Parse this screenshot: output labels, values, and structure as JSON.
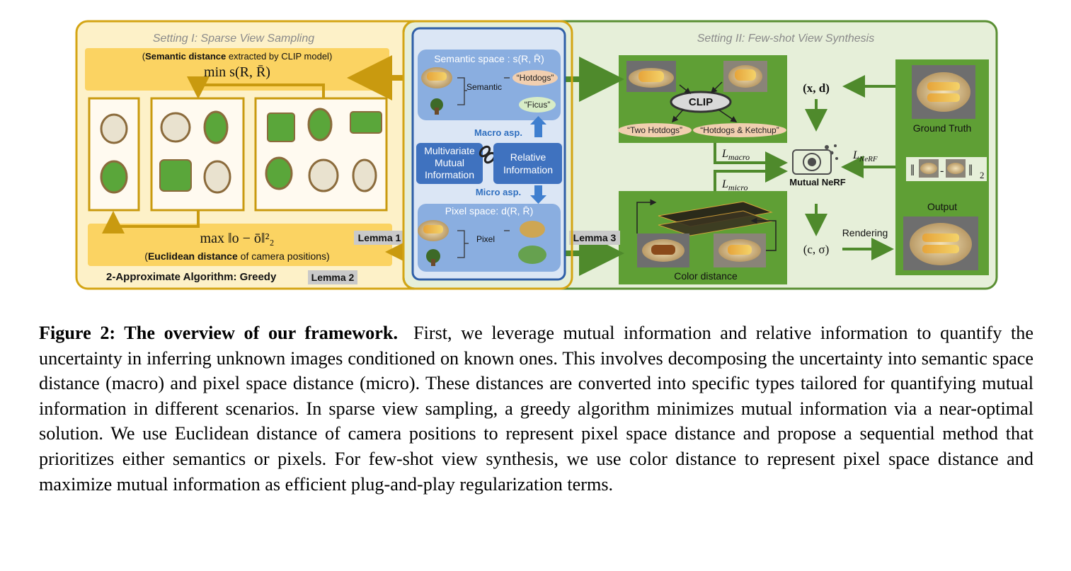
{
  "setting1": {
    "title": "Setting I:  Sparse View Sampling",
    "semantic_note_bold": "Semantic distance",
    "semantic_note_rest": " extracted by CLIP model)",
    "semantic_note_open": "(",
    "min_formula": "min s(R, R̄)",
    "max_formula": "max ‖o − ō‖²₂",
    "euclid_open": "(",
    "euclid_bold": "Euclidean distance",
    "euclid_rest": " of camera positions)",
    "algorithm": "2-Approximate Algorithm: Greedy",
    "lemma1": "Lemma 1",
    "lemma2": "Lemma 2"
  },
  "center": {
    "semantic_space": "Semantic space : s(R, R̄)",
    "semantic_label": "Semantic",
    "hotdogs_tag": "“Hotdogs”",
    "ficus_tag": "“Ficus”",
    "macro": "Macro asp.",
    "mutual_info_lines": [
      "Multivariate",
      "Mutual",
      "Information"
    ],
    "relative_info_lines": [
      "Relative",
      "Information"
    ],
    "micro": "Micro asp.",
    "pixel_space": "Pixel space: d(R, R̄)",
    "pixel_label": "Pixel",
    "lemma3": "Lemma 3"
  },
  "setting2": {
    "title": "Setting II:  Few-shot View Synthesis",
    "clip": "CLIP",
    "two_hotdogs": "“Two Hotdogs”",
    "hotdogs_ketchup": "“Hotdogs & Ketchup”",
    "l_macro": "L",
    "l_macro_sub": "macro",
    "l_micro": "L",
    "l_micro_sub": "micro",
    "color_distance": "Color distance",
    "xd": "(x, d)",
    "c_sigma": "(c, σ)",
    "mutual_nerf": "Mutual NeRF",
    "l_nerf": "L",
    "l_nerf_sub": "NeRF",
    "rendering": "Rendering",
    "ground_truth": "Ground Truth",
    "output": "Output",
    "norm_sub": "2"
  },
  "caption": {
    "label": "Figure 2:  The overview of our framework.",
    "text": "First, we leverage mutual information and relative information to quantify the uncertainty in inferring unknown images conditioned on known ones. This involves decomposing the uncertainty into semantic space distance (macro) and pixel space distance (micro). These distances are converted into specific types tailored for quantifying mutual information in different scenarios. In sparse view sampling, a greedy algorithm minimizes mutual information via a near-optimal solution. We use Euclidean distance of camera positions to represent pixel space distance and propose a sequential method that prioritizes either semantics or pixels. For few-shot view synthesis, we use color distance to represent pixel space distance and maximize mutual information as efficient plug-and-play regularization terms."
  }
}
